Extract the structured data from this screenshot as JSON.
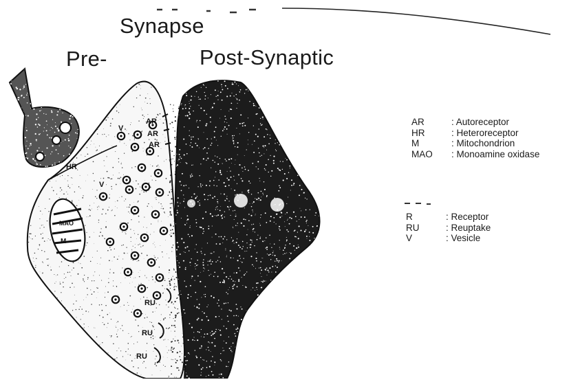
{
  "titles": {
    "synapse": "Synapse",
    "pre": "Pre-",
    "post": "Post-Synaptic"
  },
  "diagram_labels": {
    "ar": "AR",
    "hr": "HR",
    "v": "V",
    "m": "M",
    "mao": "MAO",
    "ru": "RU"
  },
  "legend_primary": [
    {
      "abbr": "AR",
      "meaning": ": Autoreceptor"
    },
    {
      "abbr": "HR",
      "meaning": ": Heteroreceptor"
    },
    {
      "abbr": "M",
      "meaning": ": Mitochondrion"
    },
    {
      "abbr": "MAO",
      "meaning": ": Monoamine oxidase"
    }
  ],
  "legend_secondary": [
    {
      "abbr": "R",
      "meaning": ": Receptor"
    },
    {
      "abbr": "RU",
      "meaning": ": Reuptake"
    },
    {
      "abbr": "V",
      "meaning": ": Vesicle"
    }
  ],
  "colors": {
    "ink": "#1a1a1a",
    "post_fill": "#1c1c1c",
    "paper": "#ffffff"
  }
}
